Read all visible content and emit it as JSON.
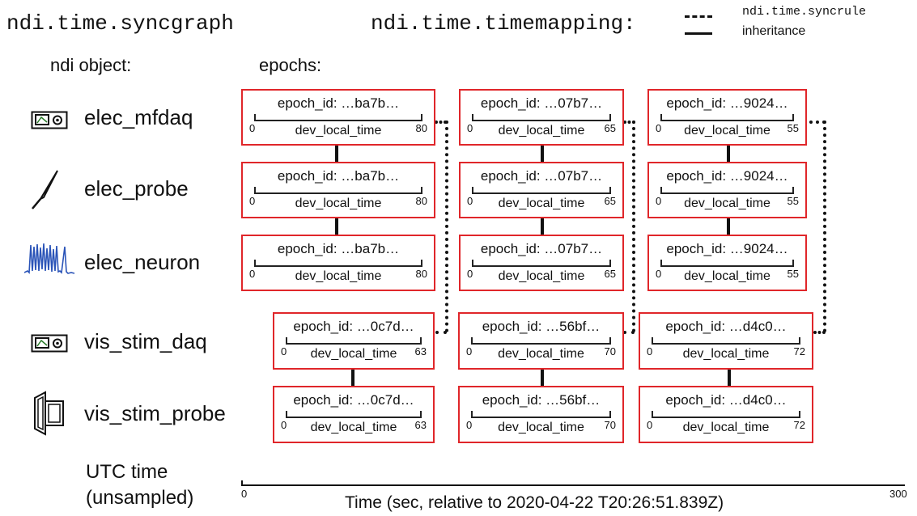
{
  "header": {
    "syncgraph": "ndi.time.syncgraph",
    "timemapping": "ndi.time.timemapping:",
    "legend": {
      "syncrule": "ndi.time.syncrule",
      "inheritance": "inheritance"
    }
  },
  "columns": {
    "objects": "ndi object:",
    "epochs": "epochs:"
  },
  "objects": [
    {
      "label": "elec_mfdaq",
      "icon": "daq-icon"
    },
    {
      "label": "elec_probe",
      "icon": "electrode-icon"
    },
    {
      "label": "elec_neuron",
      "icon": "spike-train-icon"
    },
    {
      "label": "vis_stim_daq",
      "icon": "daq-icon"
    },
    {
      "label": "vis_stim_probe",
      "icon": "monitor-icon"
    }
  ],
  "epochs": {
    "elec_mfdaq": [
      {
        "id": "epoch_id: …ba7b…",
        "start": "0",
        "end": "80",
        "time": "dev_local_time"
      },
      {
        "id": "epoch_id: …07b7…",
        "start": "0",
        "end": "65",
        "time": "dev_local_time"
      },
      {
        "id": "epoch_id: …9024…",
        "start": "0",
        "end": "55",
        "time": "dev_local_time"
      }
    ],
    "elec_probe": [
      {
        "id": "epoch_id: …ba7b…",
        "start": "0",
        "end": "80",
        "time": "dev_local_time"
      },
      {
        "id": "epoch_id: …07b7…",
        "start": "0",
        "end": "65",
        "time": "dev_local_time"
      },
      {
        "id": "epoch_id: …9024…",
        "start": "0",
        "end": "55",
        "time": "dev_local_time"
      }
    ],
    "elec_neuron": [
      {
        "id": "epoch_id: …ba7b…",
        "start": "0",
        "end": "80",
        "time": "dev_local_time"
      },
      {
        "id": "epoch_id: …07b7…",
        "start": "0",
        "end": "65",
        "time": "dev_local_time"
      },
      {
        "id": "epoch_id: …9024…",
        "start": "0",
        "end": "55",
        "time": "dev_local_time"
      }
    ],
    "vis_stim_daq": [
      {
        "id": "epoch_id: …0c7d…",
        "start": "0",
        "end": "63",
        "time": "dev_local_time"
      },
      {
        "id": "epoch_id: …56bf…",
        "start": "0",
        "end": "70",
        "time": "dev_local_time"
      },
      {
        "id": "epoch_id: …d4c0…",
        "start": "0",
        "end": "72",
        "time": "dev_local_time"
      }
    ],
    "vis_stim_probe": [
      {
        "id": "epoch_id: …0c7d…",
        "start": "0",
        "end": "63",
        "time": "dev_local_time"
      },
      {
        "id": "epoch_id: …56bf…",
        "start": "0",
        "end": "70",
        "time": "dev_local_time"
      },
      {
        "id": "epoch_id: …d4c0…",
        "start": "0",
        "end": "72",
        "time": "dev_local_time"
      }
    ]
  },
  "utc": {
    "label": "UTC time\n(unsampled)",
    "start": "0",
    "end": "300",
    "axis_title": "Time (sec, relative to 2020-04-22 T20:26:51.839Z)"
  },
  "colors": {
    "epoch_border": "#e0262a",
    "ink": "#111111",
    "neuron": "#2b54b8"
  }
}
